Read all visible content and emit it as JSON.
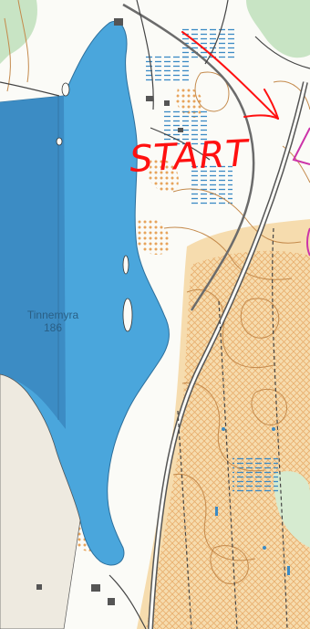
{
  "map": {
    "lake_name": "Tinnemyra",
    "lake_elevation": "186",
    "start_annotation": "START",
    "colors": {
      "land": "#fbfbf7",
      "lake": "#4aa6dc",
      "lake_shadow": "#3c8cc4",
      "open_ground": "#f6dcae",
      "rough_open": "#f2c88e",
      "forest_green": "#c8e4c4",
      "contour": "#c48a4c",
      "road": "#6b6b6b",
      "marsh": "#3b8ac4",
      "annotation_red": "#ff1010",
      "course_magenta": "#cc33a8"
    }
  }
}
